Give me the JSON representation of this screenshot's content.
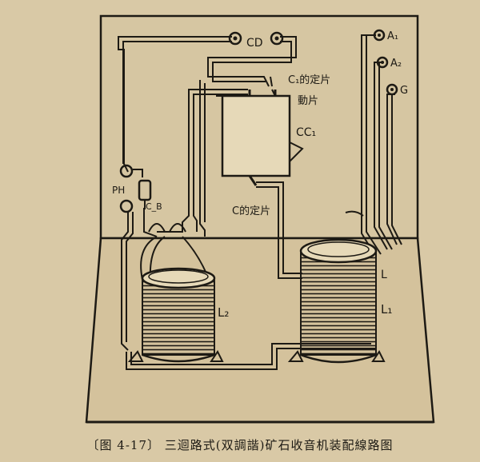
{
  "labels": {
    "cd": "CD",
    "c1_stator": "C₁的定片",
    "rotor": "動片",
    "cc1": "CC₁",
    "c_stator": "C的定片",
    "ph": "PH",
    "cb": "C_B",
    "l2": "L₂",
    "l": "L",
    "l1": "L₁",
    "a1": "A₁",
    "a2": "A₂",
    "g": "G"
  },
  "caption": "〔图 4-17〕 三迴路式(双調諧)矿石收音机装配線路图",
  "colors": {
    "paper": "#d9c9a6",
    "ink": "#1d1a14",
    "board": "#d4c29c"
  }
}
